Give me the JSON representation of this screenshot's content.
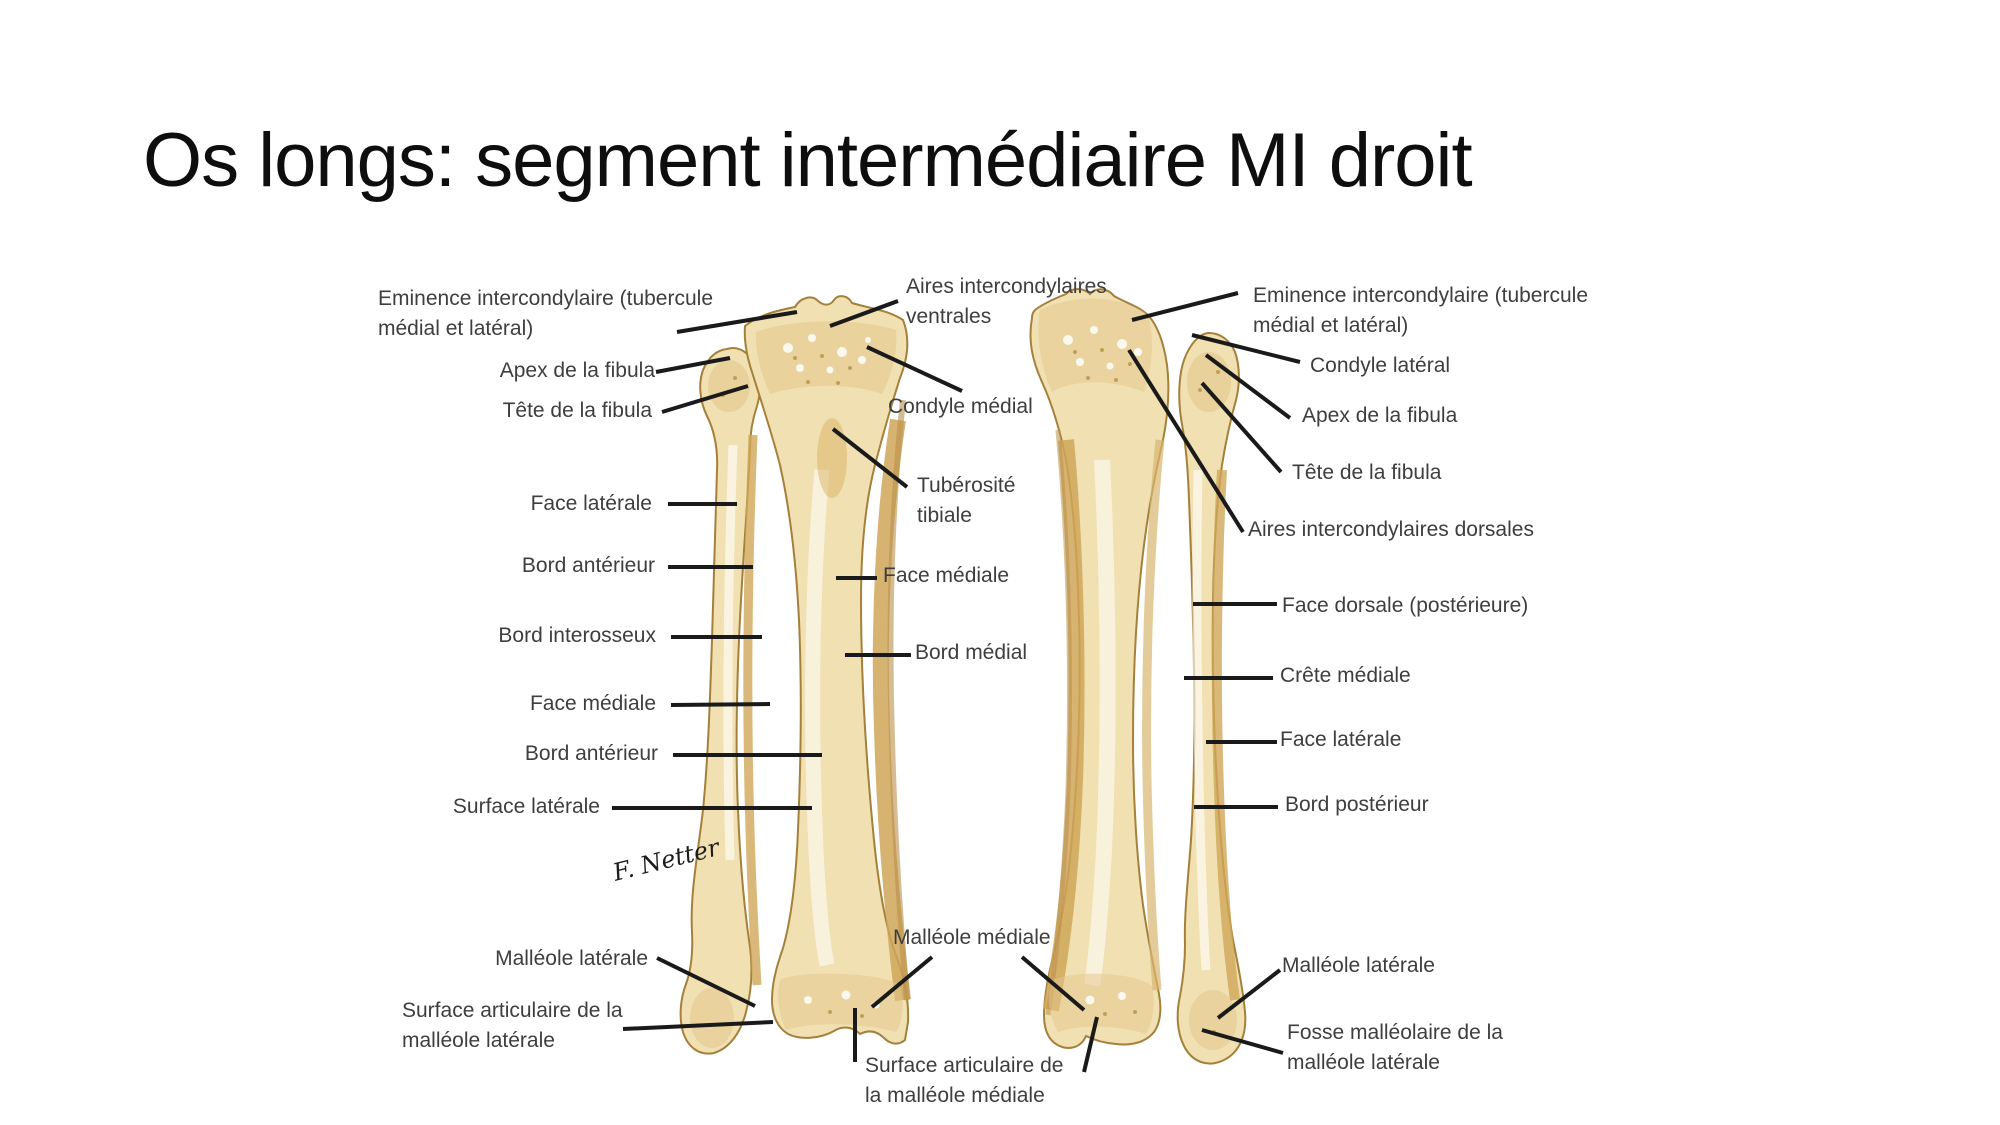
{
  "slide": {
    "title": "Os longs: segment intermédiaire MI droit",
    "signature": "F. Netter"
  },
  "figure": {
    "subject": "Tibia et fibula (jambe droite), vues antérieure et postérieure",
    "colors": {
      "background": "#ffffff",
      "bone_base": "#f0e0b2",
      "bone_shade": "#cfa658",
      "bone_deep_shade": "#b9904a",
      "bone_highlight": "#ffffff",
      "bone_outline": "#a5803a",
      "leader_line": "#1a1a1a",
      "label_text": "#3e3e3e",
      "title_text": "#0e0e0e"
    }
  },
  "labels": {
    "left": {
      "eminence_line1": "Eminence intercondylaire (tubercule",
      "eminence_line2": "médial et latéral)",
      "apex_fibula": "Apex de la fibula",
      "tete_fibula": "Tête de la fibula",
      "face_laterale": "Face latérale",
      "bord_anterieur_fibula": "Bord antérieur",
      "bord_interosseux": "Bord interosseux",
      "face_mediale_fibula": "Face médiale",
      "bord_anterieur_tibia": "Bord antérieur",
      "surface_laterale": "Surface latérale",
      "malleole_laterale": "Malléole latérale",
      "surface_articulaire_line1": "Surface articulaire de la",
      "surface_articulaire_line2": "malléole latérale"
    },
    "center": {
      "aires_line1": "Aires intercondylaires",
      "aires_line2": "ventrales",
      "condyle_medial": "Condyle médial",
      "tuberosite_line1": "Tubérosité",
      "tuberosite_line2": "tibiale",
      "face_mediale": "Face médiale",
      "bord_medial": "Bord médial",
      "malleole_mediale": "Malléole médiale",
      "surface_articulaire_line1": "Surface articulaire de",
      "surface_articulaire_line2": "la malléole médiale"
    },
    "right": {
      "eminence_line1": "Eminence intercondylaire (tubercule",
      "eminence_line2": "médial et latéral)",
      "condyle_lateral": "Condyle latéral",
      "apex_fibula": "Apex de la fibula",
      "tete_fibula": "Tête de la fibula",
      "aires_dorsales": "Aires intercondylaires dorsales",
      "face_dorsale": "Face dorsale (postérieure)",
      "crete_mediale": "Crête médiale",
      "face_laterale": "Face latérale",
      "bord_posterieur": "Bord postérieur",
      "malleole_laterale": "Malléole latérale",
      "fosse_line1": "Fosse malléolaire de la",
      "fosse_line2": "malléole latérale"
    }
  }
}
